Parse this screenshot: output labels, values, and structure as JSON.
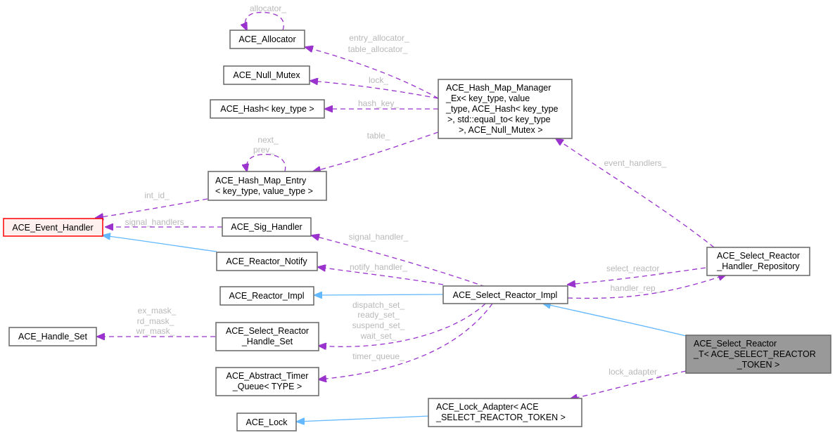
{
  "diagram": {
    "type": "collaboration-graph",
    "nodes": {
      "allocator": {
        "lines": [
          "ACE_Allocator"
        ]
      },
      "null_mutex": {
        "lines": [
          "ACE_Null_Mutex"
        ]
      },
      "hash": {
        "lines": [
          "ACE_Hash< key_type >"
        ]
      },
      "hash_map_entry": {
        "lines": [
          "ACE_Hash_Map_Entry",
          "< key_type, value_type >"
        ]
      },
      "hash_map_manager": {
        "lines": [
          "ACE_Hash_Map_Manager",
          "_Ex< key_type, value",
          "_type, ACE_Hash< key_type",
          ">, std::equal_to< key_type",
          ">, ACE_Null_Mutex >"
        ]
      },
      "event_handler": {
        "lines": [
          "ACE_Event_Handler"
        ]
      },
      "sig_handler": {
        "lines": [
          "ACE_Sig_Handler"
        ]
      },
      "reactor_notify": {
        "lines": [
          "ACE_Reactor_Notify"
        ]
      },
      "reactor_impl": {
        "lines": [
          "ACE_Reactor_Impl"
        ]
      },
      "select_reactor_impl": {
        "lines": [
          "ACE_Select_Reactor_Impl"
        ]
      },
      "handler_repository": {
        "lines": [
          "ACE_Select_Reactor",
          "_Handler_Repository"
        ]
      },
      "handle_set": {
        "lines": [
          "ACE_Handle_Set"
        ]
      },
      "select_reactor_handle_set": {
        "lines": [
          "ACE_Select_Reactor",
          "_Handle_Set"
        ]
      },
      "abstract_timer_queue": {
        "lines": [
          "ACE_Abstract_Timer",
          "_Queue< TYPE >"
        ]
      },
      "select_reactor_t": {
        "lines": [
          "ACE_Select_Reactor",
          "_T< ACE_SELECT_REACTOR",
          "_TOKEN >"
        ]
      },
      "lock": {
        "lines": [
          "ACE_Lock"
        ]
      },
      "lock_adapter": {
        "lines": [
          "ACE_Lock_Adapter< ACE",
          "_SELECT_REACTOR_TOKEN >"
        ]
      }
    },
    "edge_labels": {
      "allocator_self": [
        "allocator_"
      ],
      "manager_allocator": [
        "entry_allocator_",
        "table_allocator_"
      ],
      "manager_mutex": [
        "lock_"
      ],
      "manager_hash": [
        "hash_key_"
      ],
      "manager_entry": [
        "table_"
      ],
      "entry_self": [
        "next_",
        "prev_"
      ],
      "entry_event_handler": [
        "int_id_"
      ],
      "sig_event_handler": [
        "signal_handlers_"
      ],
      "repo_manager": [
        "event_handlers_"
      ],
      "impl_sig": [
        "signal_handler_"
      ],
      "impl_notify": [
        "notify_handler_"
      ],
      "repo_impl": [
        "select_reactor_"
      ],
      "impl_repo": [
        "handler_rep_"
      ],
      "impl_handle_set": [
        "dispatch_set_",
        "ready_set_",
        "suspend_set_",
        "wait_set_"
      ],
      "handleset_handleset": [
        "ex_mask_",
        "rd_mask_",
        "wr_mask_"
      ],
      "impl_timer": [
        "timer_queue_"
      ],
      "t_lock_adapter": [
        "lock_adapter_"
      ]
    },
    "legend": {
      "usage_color": "#9a32cd",
      "inherit_color": "#63b8ff",
      "highlight_border": "#ff0000",
      "focus_fill": "#999999"
    }
  }
}
